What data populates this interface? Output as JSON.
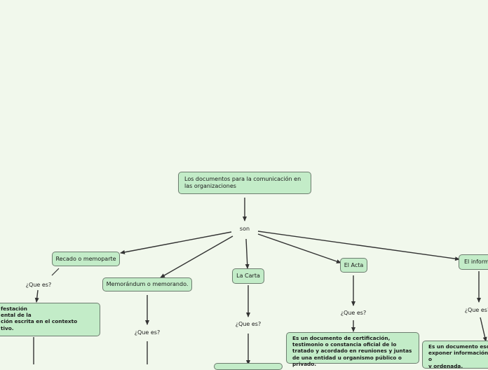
{
  "root": {
    "text": "Los documentos para la comunicación en las organizaciones"
  },
  "connector": "son",
  "types": [
    {
      "title": "Recado o memoparte",
      "question": "¿Que es?",
      "description": "festación\nental de la\nción escrita en el contexto\ntivo."
    },
    {
      "title": "Memorándum o memorando.",
      "question": "¿Que es?",
      "description": ""
    },
    {
      "title": "La Carta",
      "question": "¿Que es?",
      "description": ""
    },
    {
      "title": "El Acta",
      "question": "¿Que es?",
      "description": "Es un documento de certificación, testimonio o constancia oficial de lo tratado y acordado en reuniones y juntas de una entidad u organismo público o privado."
    },
    {
      "title": "El inform",
      "question": "¿Que es?",
      "description": "Es un documento escr\nexponer información o\ny ordenada."
    }
  ],
  "colors": {
    "background": "#f1f8ec",
    "node_fill": "#c3ecc8",
    "node_border": "#6d7d6f",
    "line": "#333333"
  }
}
